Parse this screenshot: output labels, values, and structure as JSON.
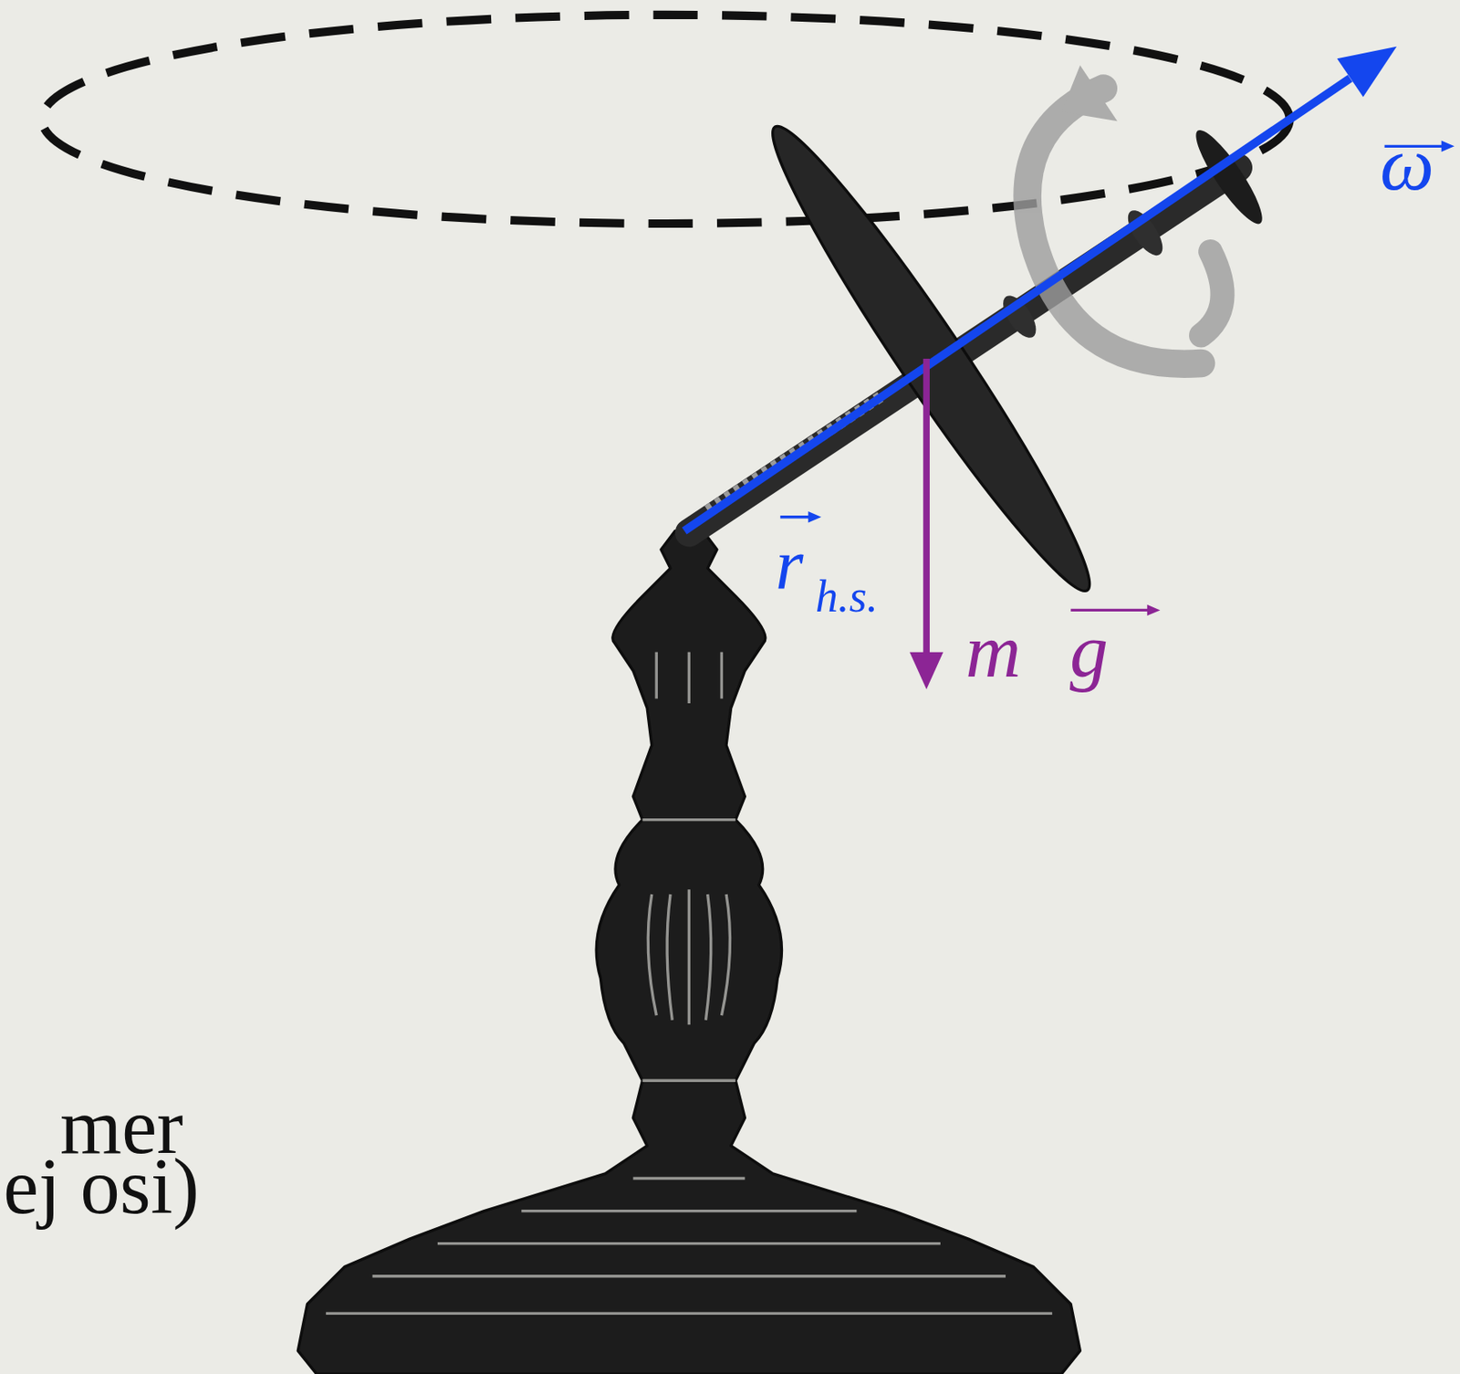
{
  "diagram": {
    "labels": [
      "ω",
      "r",
      "h.s.",
      "m",
      "g",
      "mer",
      "ej osi)"
    ]
  }
}
